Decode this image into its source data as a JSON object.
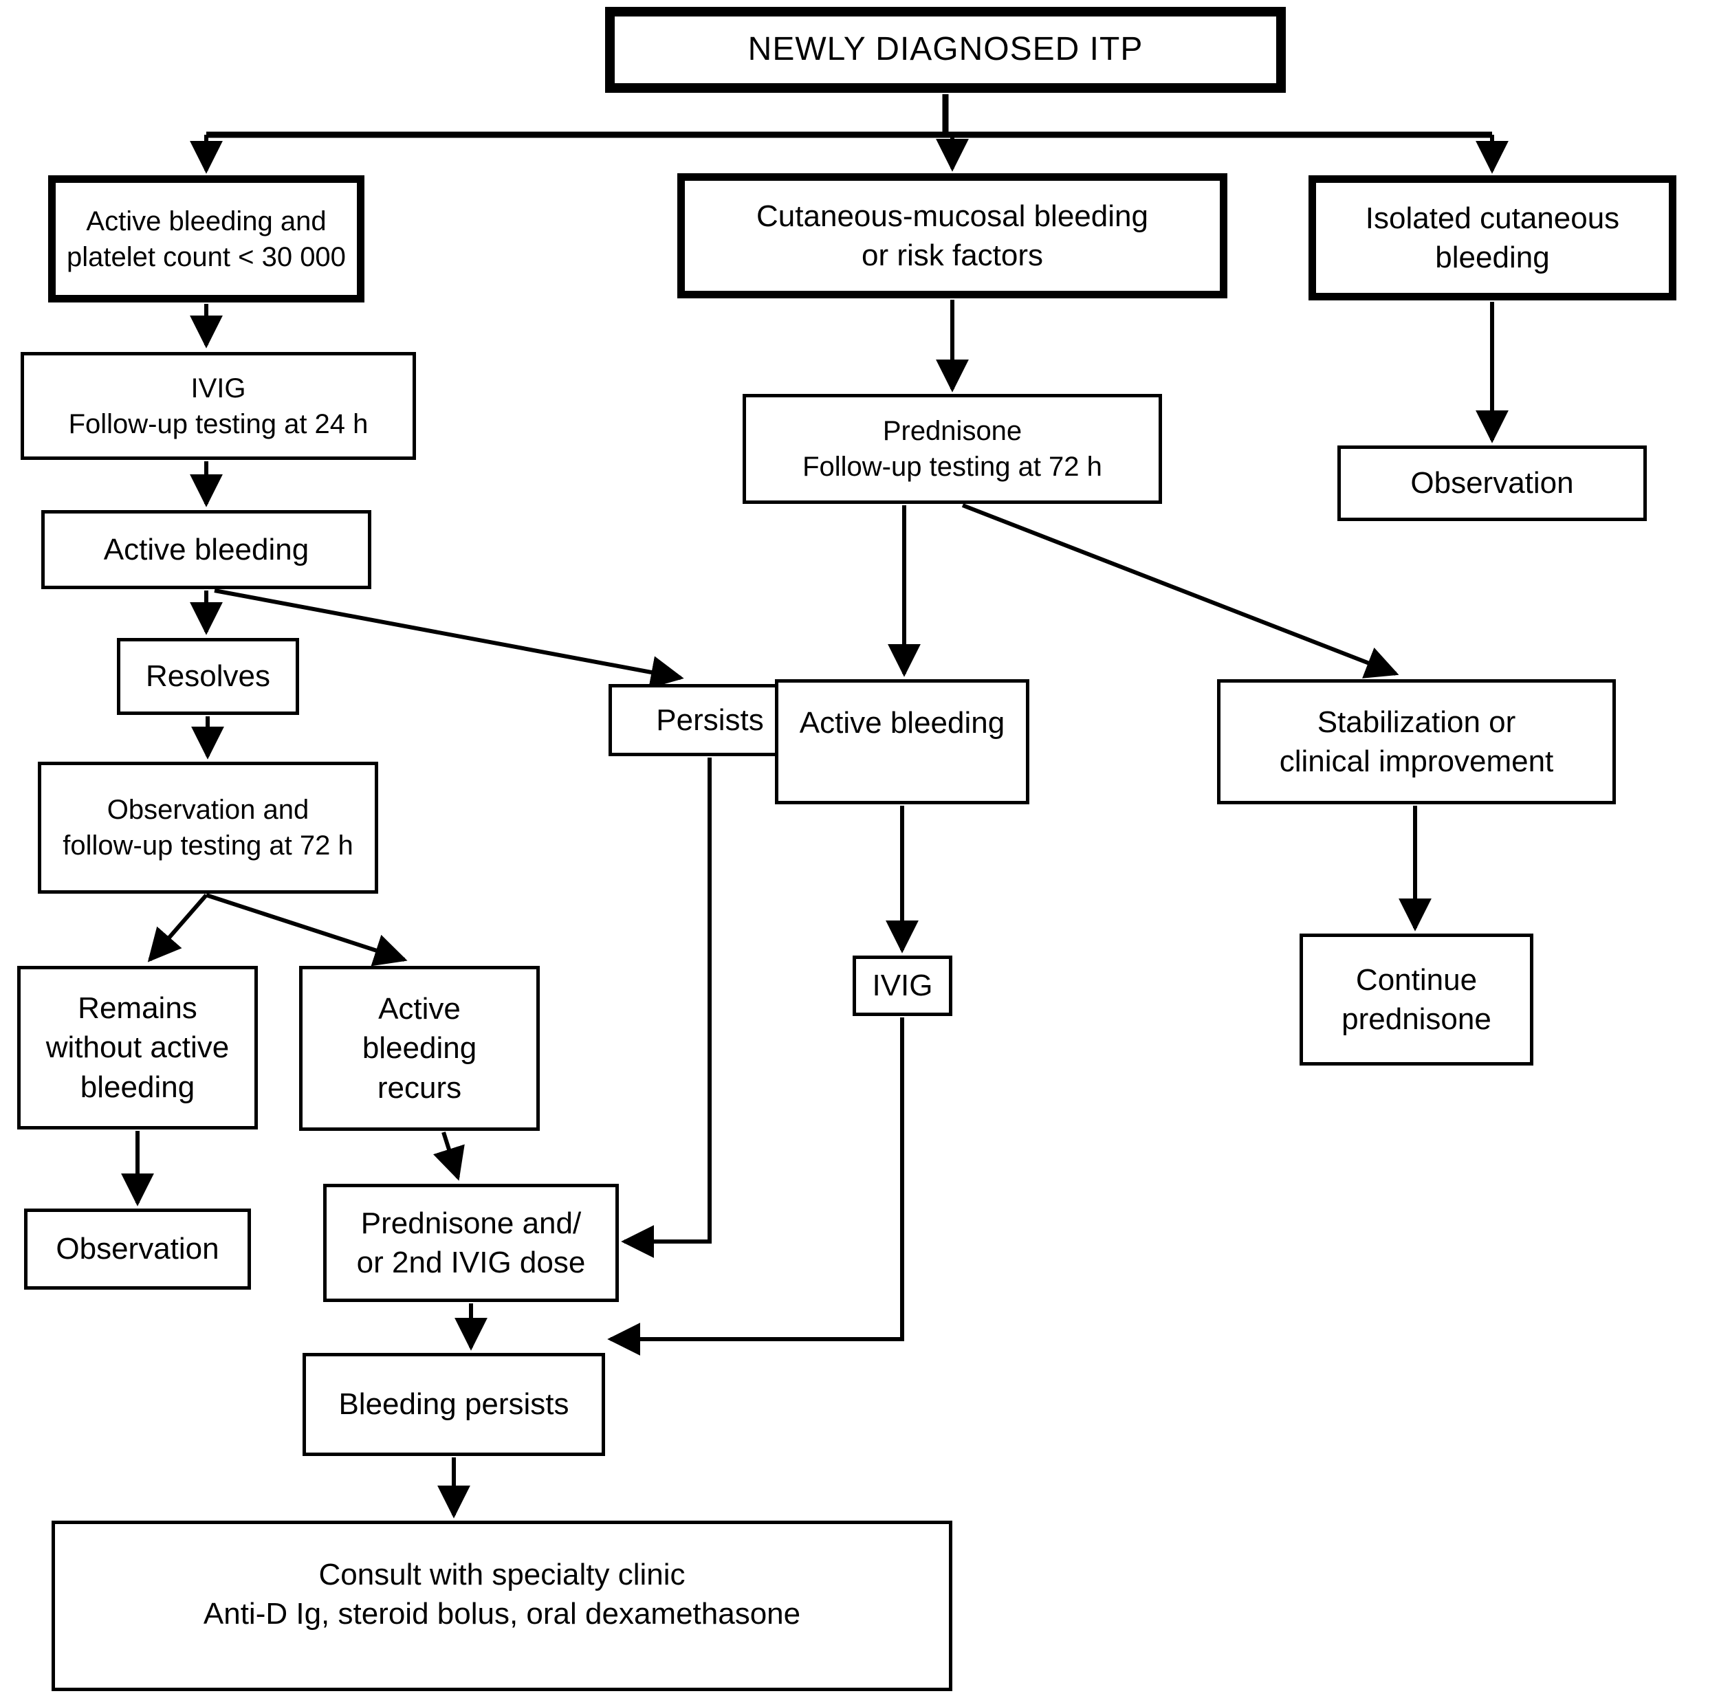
{
  "nodes": {
    "title": {
      "label": "NEWLY DIAGNOSED ITP"
    },
    "active_bleeding_low_platelets": {
      "label": "Active bleeding and\nplatelet count < 30 000"
    },
    "cutaneous_mucosal": {
      "label": "Cutaneous-mucosal bleeding\nor risk factors"
    },
    "isolated_cutaneous": {
      "label": "Isolated cutaneous\nbleeding"
    },
    "ivig_followup_24h": {
      "label": "IVIG\nFollow-up testing at 24 h"
    },
    "active_bleeding_left": {
      "label": "Active bleeding"
    },
    "resolves": {
      "label": "Resolves"
    },
    "persists": {
      "label": "Persists"
    },
    "observation_72h": {
      "label": "Observation and\nfollow-up testing at 72 h"
    },
    "remains_without": {
      "label": "Remains\nwithout active\nbleeding"
    },
    "bleeding_recurs": {
      "label": "Active\nbleeding\nrecurs"
    },
    "observation_left": {
      "label": "Observation"
    },
    "prednisone_2nd_ivig": {
      "label": "Prednisone and/\nor 2nd IVIG dose"
    },
    "bleeding_persists": {
      "label": "Bleeding persists"
    },
    "consult": {
      "label": "Consult with specialty clinic\nAnti-D Ig, steroid bolus, oral dexamethasone"
    },
    "prednisone_72h": {
      "label": "Prednisone\nFollow-up testing at 72 h"
    },
    "active_bleeding_mid": {
      "label": "Active bleeding"
    },
    "stabilization": {
      "label": "Stabilization or\nclinical improvement"
    },
    "ivig_mid": {
      "label": "IVIG"
    },
    "continue_prednisone": {
      "label": "Continue\nprednisone"
    },
    "observation_right": {
      "label": "Observation"
    }
  },
  "colors": {
    "line": "#000000",
    "background": "#ffffff"
  }
}
